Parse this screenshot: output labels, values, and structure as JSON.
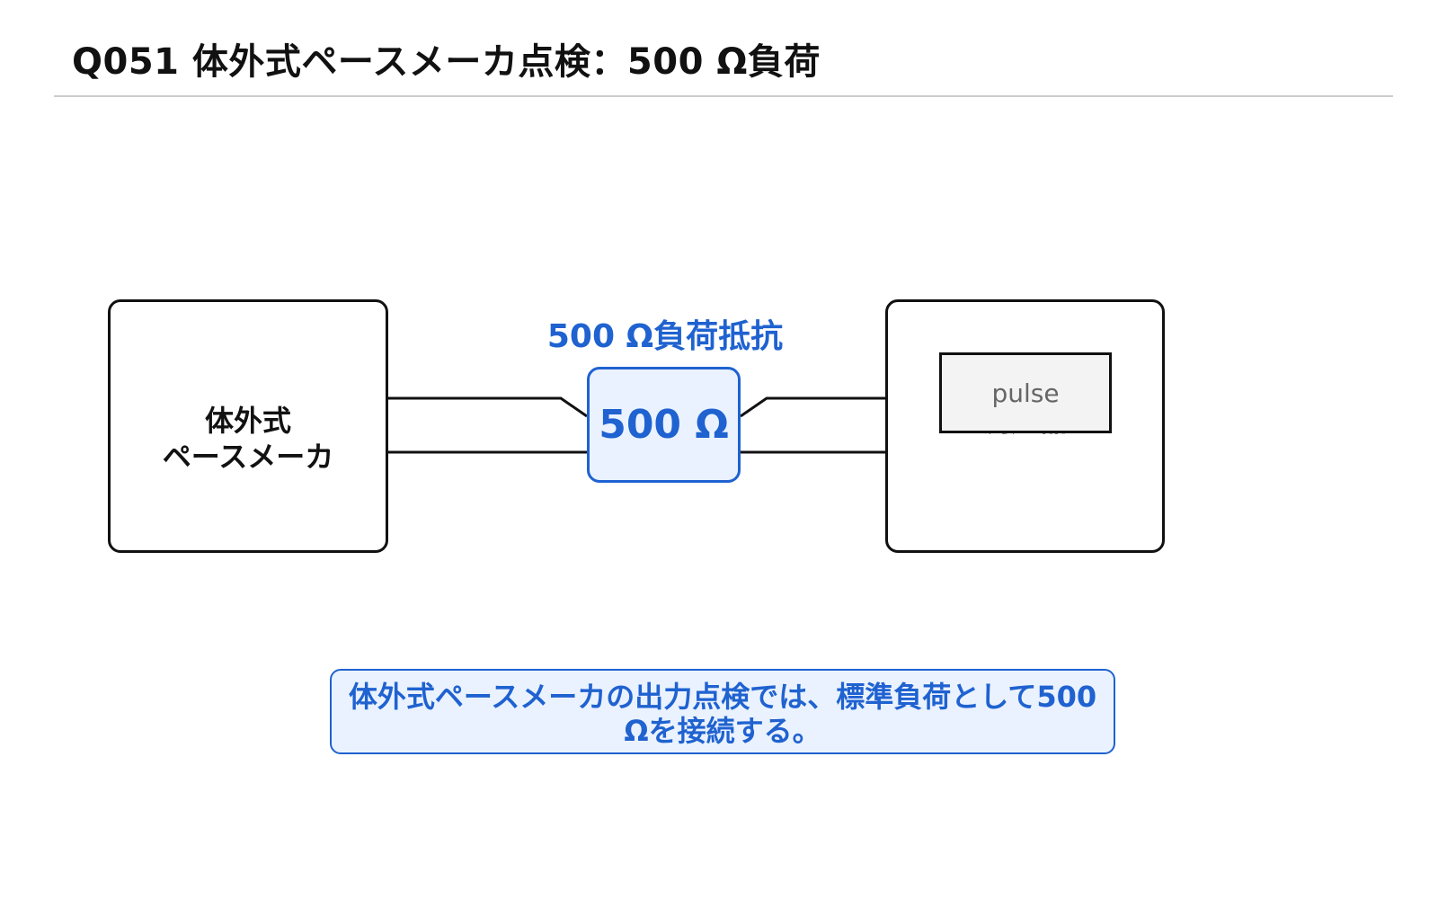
{
  "header": {
    "title": "Q051  体外式ペースメーカ点検：500 Ω負荷"
  },
  "diagram": {
    "pacemaker": {
      "line1": "体外式",
      "line2": "ペースメーカ"
    },
    "meter": {
      "label": "測定器"
    },
    "pulse_label": "pulse",
    "resistor": {
      "caption": "500 Ω負荷抵抗",
      "value": "500 Ω"
    },
    "note": "体外式ペースメーカの出力点検では、標準負荷として500 Ωを接続する。"
  },
  "colors": {
    "accent": "#1f62d0",
    "accent_fill": "#eaf2ff",
    "stroke": "#111111",
    "pulse_fill": "#f3f3f3",
    "rule": "#cccccc"
  }
}
